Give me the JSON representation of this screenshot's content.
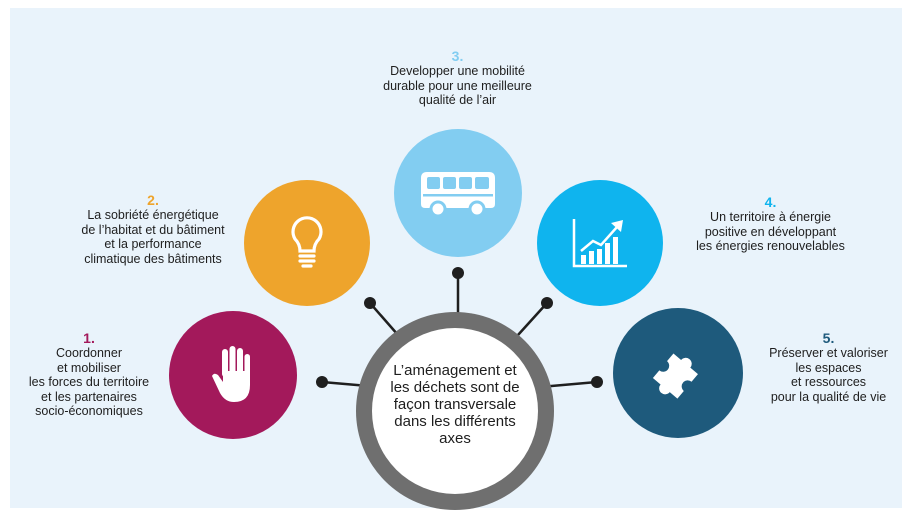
{
  "center": {
    "text": "L’aménagement et les déchets sont de façon transversale dans les différents axes"
  },
  "axes": [
    {
      "number": "1.",
      "text": "Coordonner\net mobiliser\nles forces du territoire\net les partenaires\nsocio-économiques",
      "color": "#a3195b",
      "icon": "hand-icon"
    },
    {
      "number": "2.",
      "text": "La sobriété énergétique\nde l’habitat et du bâtiment\net la performance\nclimatique des bâtiments",
      "color": "#eea42c",
      "icon": "lightbulb-icon"
    },
    {
      "number": "3.",
      "text": "Developper une mobilité\ndurable pour une meilleure\nqualité de l’air",
      "color": "#82cdf1",
      "icon": "bus-icon"
    },
    {
      "number": "4.",
      "text": "Un territoire à énergie\npositive en développant\nles énergies renouvelables",
      "color": "#0fb4ee",
      "icon": "growth-chart-icon"
    },
    {
      "number": "5.",
      "text": "Préserver et valoriser\nles espaces\net ressources\npour la qualité de vie",
      "color": "#1e5a7c",
      "icon": "puzzle-piece-icon"
    }
  ],
  "colors": {
    "ring": "#6f6f6f",
    "connector": "#1f1f1f",
    "background": "#e9f3fb"
  }
}
